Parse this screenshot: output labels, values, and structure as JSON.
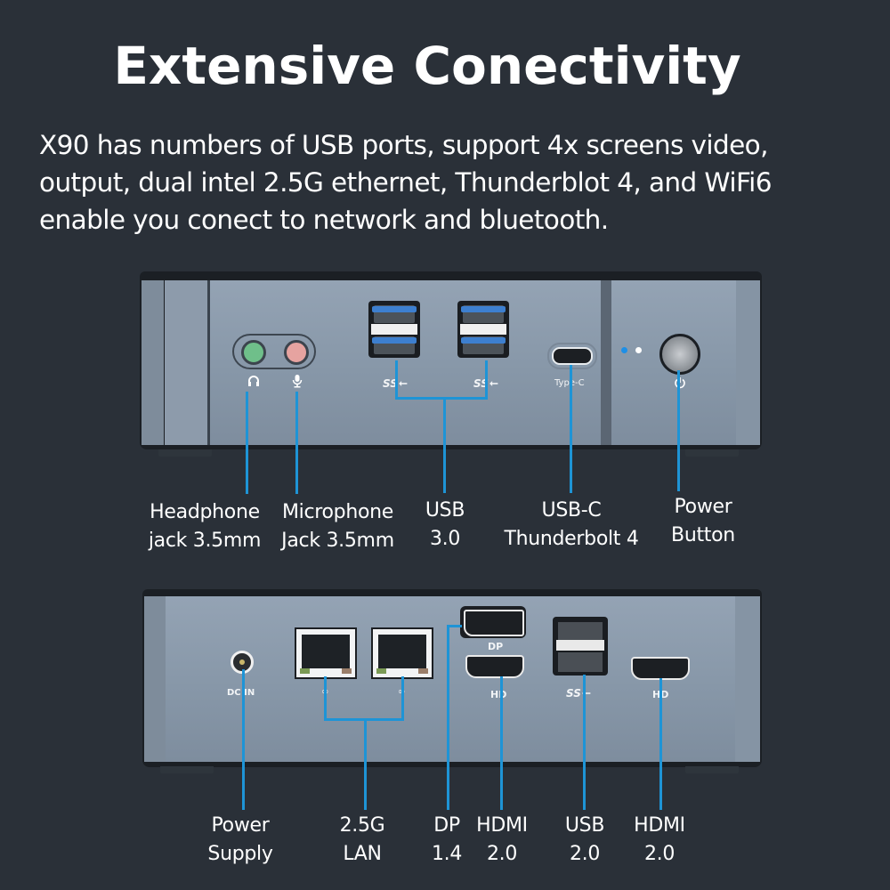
{
  "header": {
    "title": "Extensive Conectivity",
    "description_lines": [
      "X90 has numbers of USB ports, support 4x screens video,",
      "output, dual intel 2.5G ethernet, Thunderblot 4, and WiFi6",
      "enable you conect to network and bluetooth."
    ]
  },
  "colors": {
    "background": "#2a3038",
    "callout_line": "#1e94d6",
    "device_face": "#8c9bab",
    "headphone_jack": "#6fbf8a",
    "microphone_jack": "#e6a3a0",
    "usb3_blue": "#3d7fcf",
    "led_blue": "#1e8fe6",
    "led_white": "#ffffff"
  },
  "front_panel": {
    "port_markings": {
      "headphone": "headphone-icon",
      "microphone": "microphone-icon",
      "usb_a": "SS",
      "usb_c": "Type-C",
      "power": "power-icon"
    },
    "callouts": [
      {
        "line1": "Headphone",
        "line2": "jack 3.5mm"
      },
      {
        "line1": "Microphone",
        "line2": "Jack 3.5mm"
      },
      {
        "line1": "USB",
        "line2": "3.0"
      },
      {
        "line1": "USB-C",
        "line2": "Thunderbolt 4"
      },
      {
        "line1": "Power",
        "line2": "Button"
      }
    ]
  },
  "rear_panel": {
    "port_markings": {
      "dc_in": "DC IN",
      "lan": "lan-icon",
      "dp": "DP",
      "hdmi1": "HD",
      "usb": "SS",
      "hdmi2": "HD"
    },
    "callouts": [
      {
        "line1": "Power",
        "line2": "Supply"
      },
      {
        "line1": "2.5G",
        "line2": "LAN"
      },
      {
        "line1": "DP",
        "line2": "1.4"
      },
      {
        "line1": "HDMI",
        "line2": "2.0"
      },
      {
        "line1": "USB",
        "line2": "2.0"
      },
      {
        "line1": "HDMI",
        "line2": "2.0"
      }
    ]
  }
}
